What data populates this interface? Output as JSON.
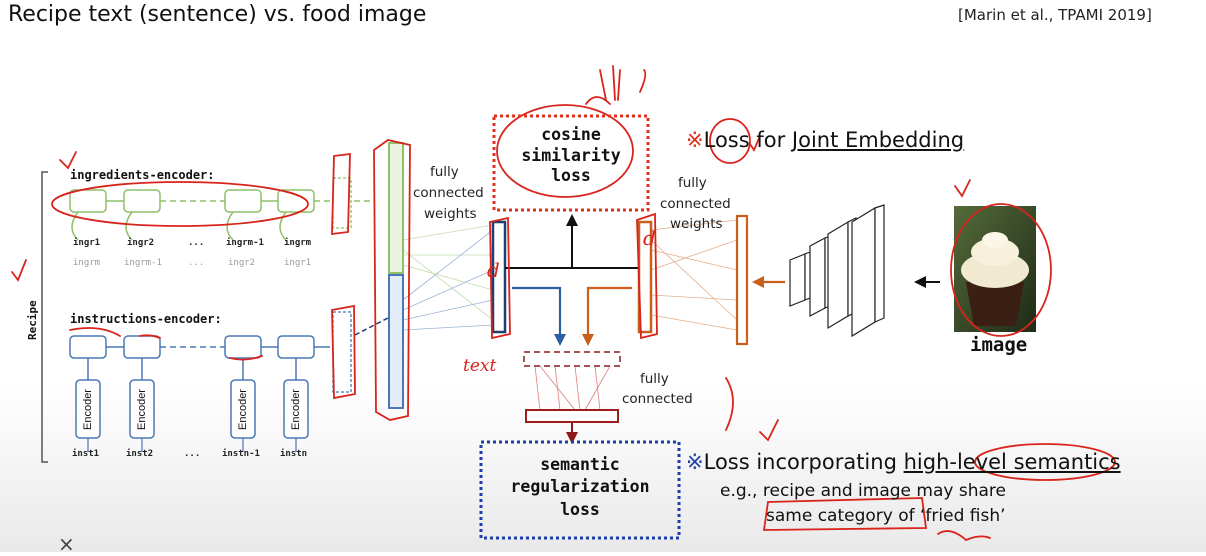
{
  "slide": {
    "title": "Recipe text (sentence) vs. food image",
    "citation": "[Marin et al., TPAMI 2019]"
  },
  "diagram": {
    "recipe_label": "Recipe",
    "ingredients_encoder": "ingredients-encoder:",
    "instructions_encoder": "instructions-encoder:",
    "ingr_top": [
      "ingr1",
      "ingr2",
      "...",
      "ingrm-1",
      "ingrm"
    ],
    "ingr_bottom": [
      "ingrm",
      "ingrm-1",
      "...",
      "ingr2",
      "ingr1"
    ],
    "encoder_label": "Encoder",
    "inst_labels": [
      "inst1",
      "inst2",
      "...",
      "instn-1",
      "instn"
    ],
    "fc_weights_left": [
      "fully",
      "connected",
      "weights"
    ],
    "fc_weights_right": [
      "fully",
      "connected",
      "weights"
    ],
    "fc_connected": [
      "fully",
      "connected"
    ],
    "cosine_loss": [
      "cosine",
      "similarity",
      "loss"
    ],
    "semantic_loss": [
      "semantic",
      "regularization",
      "loss"
    ],
    "image_label": "image",
    "handwritten_d_left": "d",
    "handwritten_d_right": "d",
    "handwritten_text": "text"
  },
  "notes": {
    "joint": {
      "mark": "※",
      "pre": "Loss for ",
      "link": "Joint Embedding"
    },
    "semantic": {
      "mark": "※",
      "pre": "Loss incorporating ",
      "link": "high-level semantics"
    },
    "example_line1": "e.g., recipe and image may share",
    "example_line2": "same category of ‘fried fish’"
  },
  "close_glyph": "×",
  "colors": {
    "green": "#8fbf6a",
    "blue": "#4a78b5",
    "orange": "#c8601a",
    "red_ink": "#d9241c",
    "navy": "#1f3fa6",
    "red_dot": "#e0301e"
  }
}
